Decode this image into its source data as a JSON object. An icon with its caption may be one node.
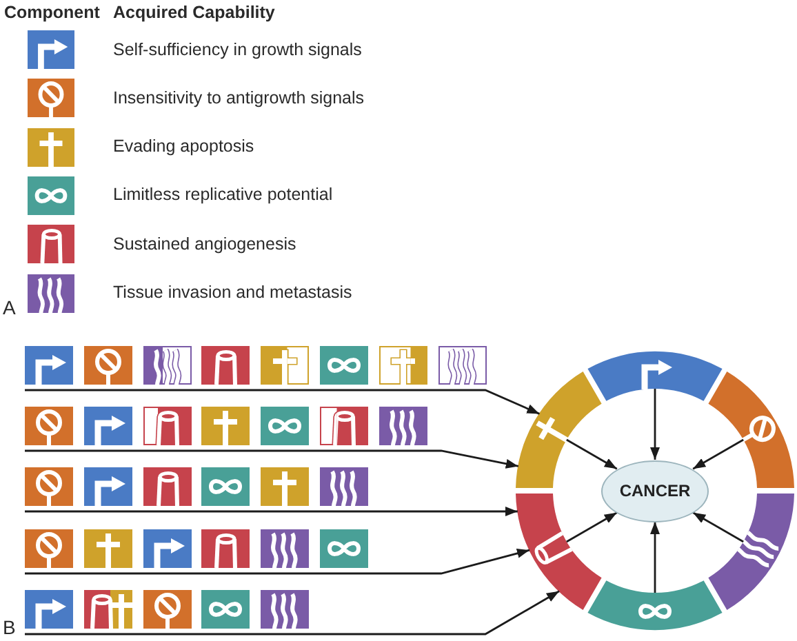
{
  "diagram": {
    "nodes": [
      {
        "text": [],
        "shape": "picture"
      },
      {
        "text": [],
        "shape": "picture"
      },
      {
        "text": [],
        "shape": "picture"
      },
      {
        "text": [],
        "shape": "picture"
      },
      {
        "text": [],
        "shape": "picture"
      },
      {
        "text": [],
        "shape": "segment"
      },
      {
        "text": [],
        "shape": "segment"
      },
      {
        "text": [],
        "shape": "segment"
      },
      {
        "text": [],
        "shape": "segment"
      },
      {
        "text": [],
        "shape": "segment"
      },
      {
        "text": [],
        "shape": "segment"
      },
      {
        "text": [
          "CANCER"
        ]
      }
    ],
    "edges": [
      {
        "from": 0,
        "to": 10,
        "arrow": "to"
      },
      {
        "from": 1,
        "to": 10,
        "arrow": "to"
      },
      {
        "from": 2,
        "to": 9,
        "arrow": "to"
      },
      {
        "from": 3,
        "to": 9,
        "arrow": "to"
      },
      {
        "from": 4,
        "to": 9,
        "arrow": "to"
      },
      {
        "from": 5,
        "to": 11,
        "arrow": "to"
      },
      {
        "from": 6,
        "to": 11,
        "arrow": "to"
      },
      {
        "from": 7,
        "to": 11,
        "arrow": "to"
      },
      {
        "from": 8,
        "to": 11,
        "arrow": "to"
      },
      {
        "from": 9,
        "to": 11,
        "arrow": "to"
      },
      {
        "from": 10,
        "to": 11,
        "arrow": "to"
      }
    ],
    "labels": [
      "Component",
      "Acquired Capability",
      "A",
      "B"
    ],
    "legend": [
      {
        "text": "Self-sufficiency in growth signals"
      },
      {
        "text": "Insensitivity to antigrowth signals"
      },
      {
        "text": "Evading apoptosis"
      },
      {
        "text": "Limitless replicative potential"
      },
      {
        "text": "Sustained angiogenesis"
      },
      {
        "text": "Tissue invasion and metastasis"
      }
    ]
  }
}
